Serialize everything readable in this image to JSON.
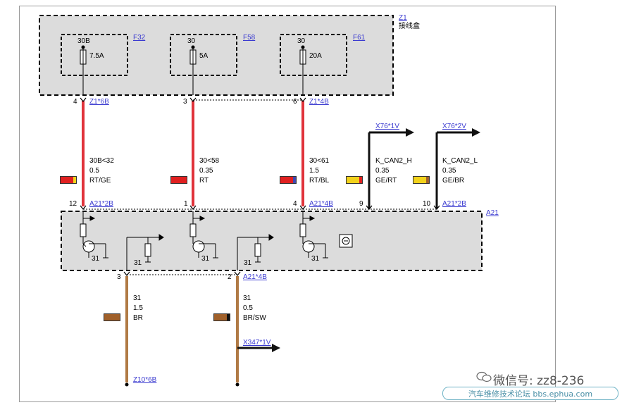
{
  "module_z1": {
    "id": "Z1",
    "name": "接线盒"
  },
  "fuses": [
    {
      "id": "F32",
      "terminal": "30B",
      "rating": "7.5A"
    },
    {
      "id": "F58",
      "terminal": "30",
      "rating": "5A"
    },
    {
      "id": "F61",
      "terminal": "30",
      "rating": "20A"
    }
  ],
  "z1_connectors": [
    {
      "pin": "4",
      "connector": "Z1*6B"
    },
    {
      "pin": "3",
      "connector": ""
    },
    {
      "pin": "6",
      "connector": "Z1*4B"
    }
  ],
  "wires_top": [
    {
      "signal": "30B<32",
      "size": "0.5",
      "color_code": "RT/GE",
      "colors": [
        "#e02020",
        "#f2d21b"
      ]
    },
    {
      "signal": "30<58",
      "size": "0.35",
      "color_code": "RT",
      "colors": [
        "#e02020"
      ]
    },
    {
      "signal": "30<61",
      "size": "1.5",
      "color_code": "RT/BL",
      "colors": [
        "#e02020",
        "#3f48b0"
      ]
    },
    {
      "signal": "K_CAN2_H",
      "size": "0.35",
      "color_code": "GE/RT",
      "colors": [
        "#f2d21b",
        "#e02020"
      ]
    },
    {
      "signal": "K_CAN2_L",
      "size": "0.35",
      "color_code": "GE/BR",
      "colors": [
        "#f2d21b",
        "#a0602a"
      ]
    }
  ],
  "can_targets": [
    "X76*1V",
    "X76*2V"
  ],
  "a21_top_pins": [
    {
      "pin": "12",
      "connector": "A21*2B"
    },
    {
      "pin": "1",
      "connector": ""
    },
    {
      "pin": "4",
      "connector": "A21*4B"
    },
    {
      "pin": "9",
      "connector": ""
    },
    {
      "pin": "10",
      "connector": "A21*2B"
    }
  ],
  "module_a21": {
    "id": "A21"
  },
  "ground_labels": [
    "31",
    "31",
    "31",
    "31",
    "31"
  ],
  "a21_bottom_pins": [
    {
      "pin": "3",
      "connector": ""
    },
    {
      "pin": "2",
      "connector": "A21*4B"
    }
  ],
  "wires_bottom": [
    {
      "signal": "31",
      "size": "1.5",
      "color_code": "BR",
      "colors": [
        "#a0602a"
      ]
    },
    {
      "signal": "31",
      "size": "0.5",
      "color_code": "BR/SW",
      "colors": [
        "#a0602a",
        "#111111"
      ]
    }
  ],
  "bottom_targets": {
    "left": "Z10*6B",
    "branch": "X347*1V"
  },
  "watermark": {
    "text": "微信号: zz8-236",
    "site": "汽车维修技术论坛 bbs.ephua.com"
  },
  "colors": {
    "red_wire": "#e0333b",
    "brown_wire": "#b07a45",
    "black_wire": "#111111",
    "module_fill": "#dcdcdc"
  }
}
